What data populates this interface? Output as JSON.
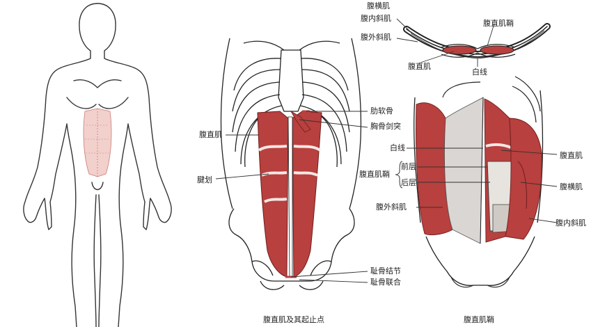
{
  "colors": {
    "muscle": "#b8403e",
    "muscle_dark": "#8e2a29",
    "muscle_light": "#f2d0cc",
    "bone": "#ffffff",
    "outline": "#222222",
    "sheath_gray": "#c9c9c9"
  },
  "figure_middle": {
    "caption": "腹直肌及其起止点",
    "labels": {
      "costal_cartilage": "肋软骨",
      "xiphoid": "胸骨剑突",
      "rectus": "腹直肌",
      "tendinous": "腱划",
      "pubic_tubercle": "耻骨结节",
      "pubic_symphysis": "耻骨联合"
    }
  },
  "figure_cross_section": {
    "labels": {
      "transversus": "腹横肌",
      "internal_oblique": "腹内斜肌",
      "external_oblique": "腹外斜肌",
      "rectus_sheath": "腹直肌鞘",
      "rectus": "腹直肌",
      "linea_alba": "白线"
    }
  },
  "figure_right": {
    "caption": "腹直肌鞘",
    "labels": {
      "linea_alba": "白线",
      "sheath": "腹直肌鞘",
      "anterior_layer": "前层",
      "posterior_layer": "后层",
      "external_oblique": "腹外斜肌",
      "rectus": "腹直肌",
      "transversus": "腹横肌",
      "internal_oblique": "腹内斜肌"
    }
  }
}
